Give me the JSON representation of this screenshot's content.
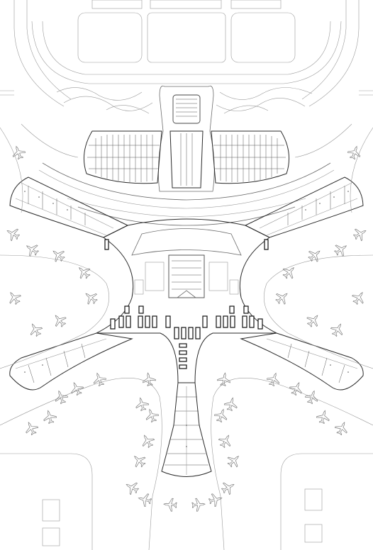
{
  "drawing": {
    "kind": "airport terminal site plan",
    "background": "#ffffff",
    "line_color": "#333333",
    "light_line_color": "#9a9a9a",
    "piers": [
      "north-west",
      "north-east",
      "south-west",
      "south-east",
      "south"
    ],
    "aircraft_icon": "airplane-icon",
    "gate_icon": "gate-stand-icon"
  }
}
